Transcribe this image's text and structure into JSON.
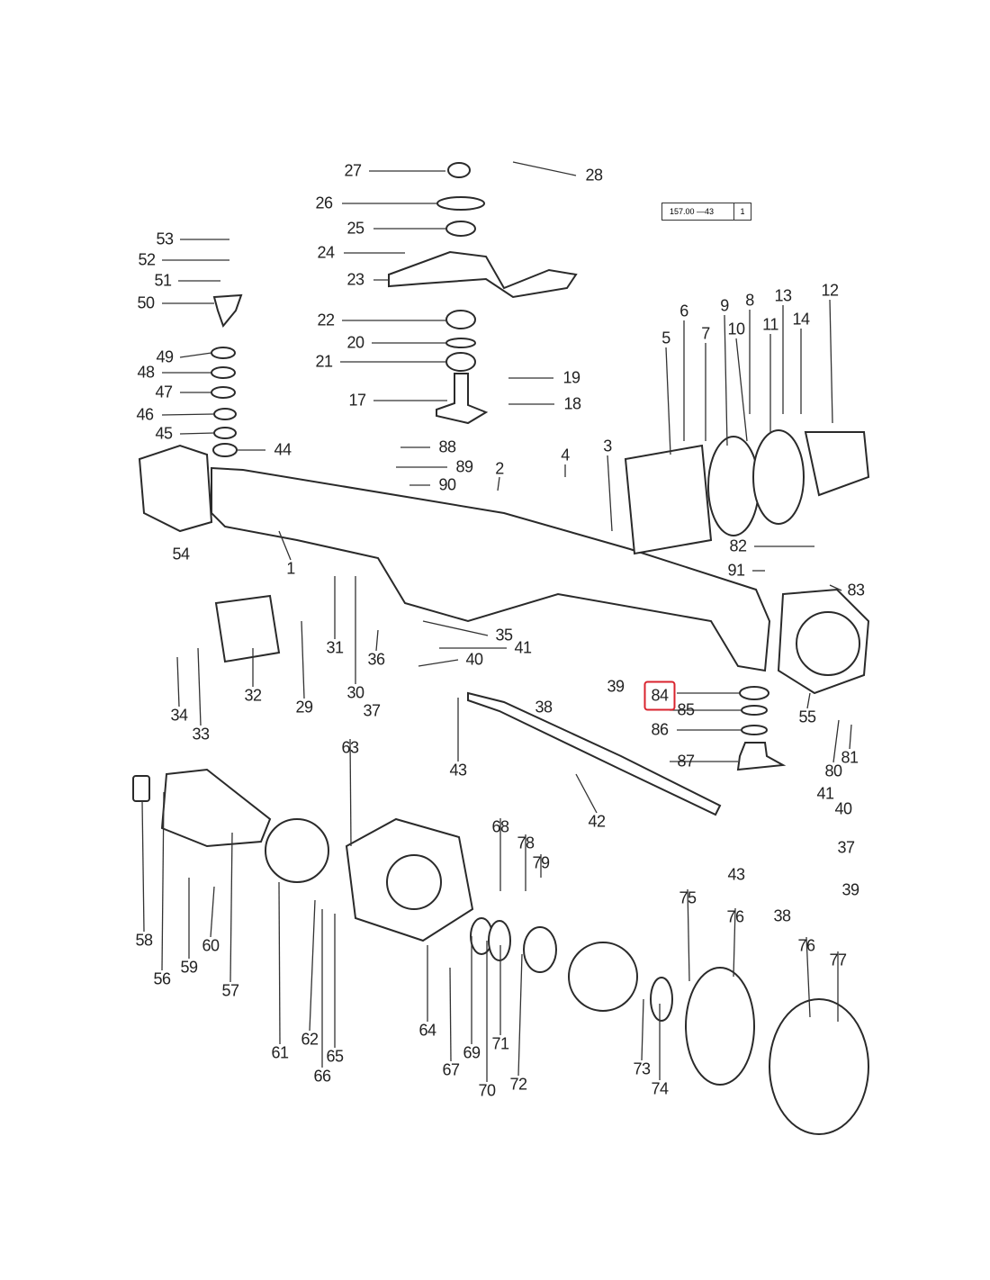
{
  "reference": {
    "code": "157.00  —43",
    "sheet": "1"
  },
  "highlighted_callout": "84",
  "highlight_color": "#d9232e",
  "callouts": [
    "27",
    "28",
    "26",
    "25",
    "24",
    "23",
    "53",
    "52",
    "51",
    "50",
    "22",
    "20",
    "21",
    "17",
    "19",
    "18",
    "49",
    "48",
    "47",
    "46",
    "45",
    "44",
    "88",
    "89",
    "90",
    "54",
    "1",
    "2",
    "4",
    "3",
    "5",
    "6",
    "7",
    "9",
    "10",
    "8",
    "13",
    "11",
    "14",
    "12",
    "82",
    "91",
    "83",
    "31",
    "30",
    "35",
    "41",
    "40",
    "36",
    "32",
    "29",
    "34",
    "33",
    "37",
    "38",
    "39",
    "84",
    "85",
    "86",
    "87",
    "55",
    "80",
    "81",
    "43",
    "42",
    "41",
    "40",
    "37",
    "43",
    "38",
    "39",
    "63",
    "68",
    "78",
    "79",
    "58",
    "56",
    "59",
    "60",
    "57",
    "61",
    "62",
    "65",
    "66",
    "64",
    "67",
    "69",
    "70",
    "71",
    "72",
    "75",
    "76",
    "76",
    "77",
    "73",
    "74"
  ]
}
